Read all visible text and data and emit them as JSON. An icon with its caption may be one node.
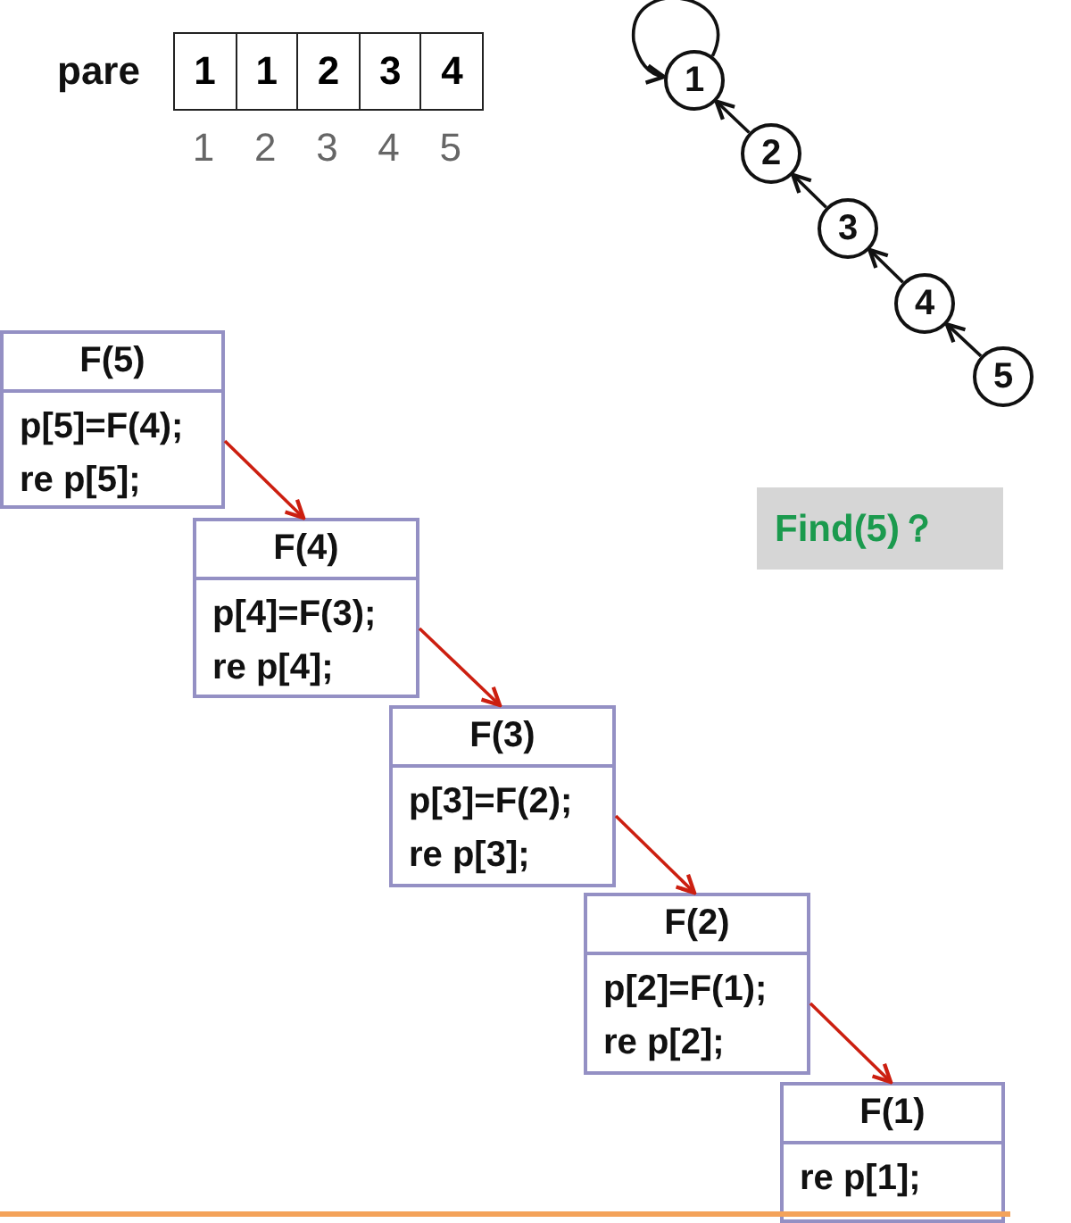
{
  "diagram": {
    "nodes": [
      {
        "text": [
          "1"
        ]
      },
      {
        "text": [
          "2"
        ]
      },
      {
        "text": [
          "3"
        ]
      },
      {
        "text": [
          "4"
        ]
      },
      {
        "text": [
          "5"
        ]
      },
      {
        "text": [
          "F(5)",
          "p[5]=F(4);",
          "re p[5];"
        ]
      },
      {
        "text": [
          "F(4)",
          "p[4]=F(3);",
          "re p[4];"
        ]
      },
      {
        "text": [
          "F(3)",
          "p[3]=F(2);",
          "re p[3];"
        ]
      },
      {
        "text": [
          "F(2)",
          "p[2]=F(1);",
          "re p[2];"
        ]
      },
      {
        "text": [
          "F(1)",
          "re p[1];"
        ]
      },
      {
        "text": [
          "Find(5)？"
        ]
      }
    ],
    "edges": [
      {
        "from": 0,
        "to": 0,
        "arrow": "to"
      },
      {
        "from": 1,
        "to": 0,
        "arrow": "to"
      },
      {
        "from": 2,
        "to": 1,
        "arrow": "to"
      },
      {
        "from": 3,
        "to": 2,
        "arrow": "to"
      },
      {
        "from": 4,
        "to": 3,
        "arrow": "to"
      },
      {
        "from": 5,
        "to": 6,
        "arrow": "to",
        "color": "#cc1f10"
      },
      {
        "from": 6,
        "to": 7,
        "arrow": "to",
        "color": "#cc1f10"
      },
      {
        "from": 7,
        "to": 8,
        "arrow": "to",
        "color": "#cc1f10"
      },
      {
        "from": 8,
        "to": 9,
        "arrow": "to",
        "color": "#cc1f10"
      }
    ],
    "labels": [
      "pare",
      "1",
      "1",
      "2",
      "3",
      "4",
      "1",
      "2",
      "3",
      "4",
      "5"
    ]
  }
}
